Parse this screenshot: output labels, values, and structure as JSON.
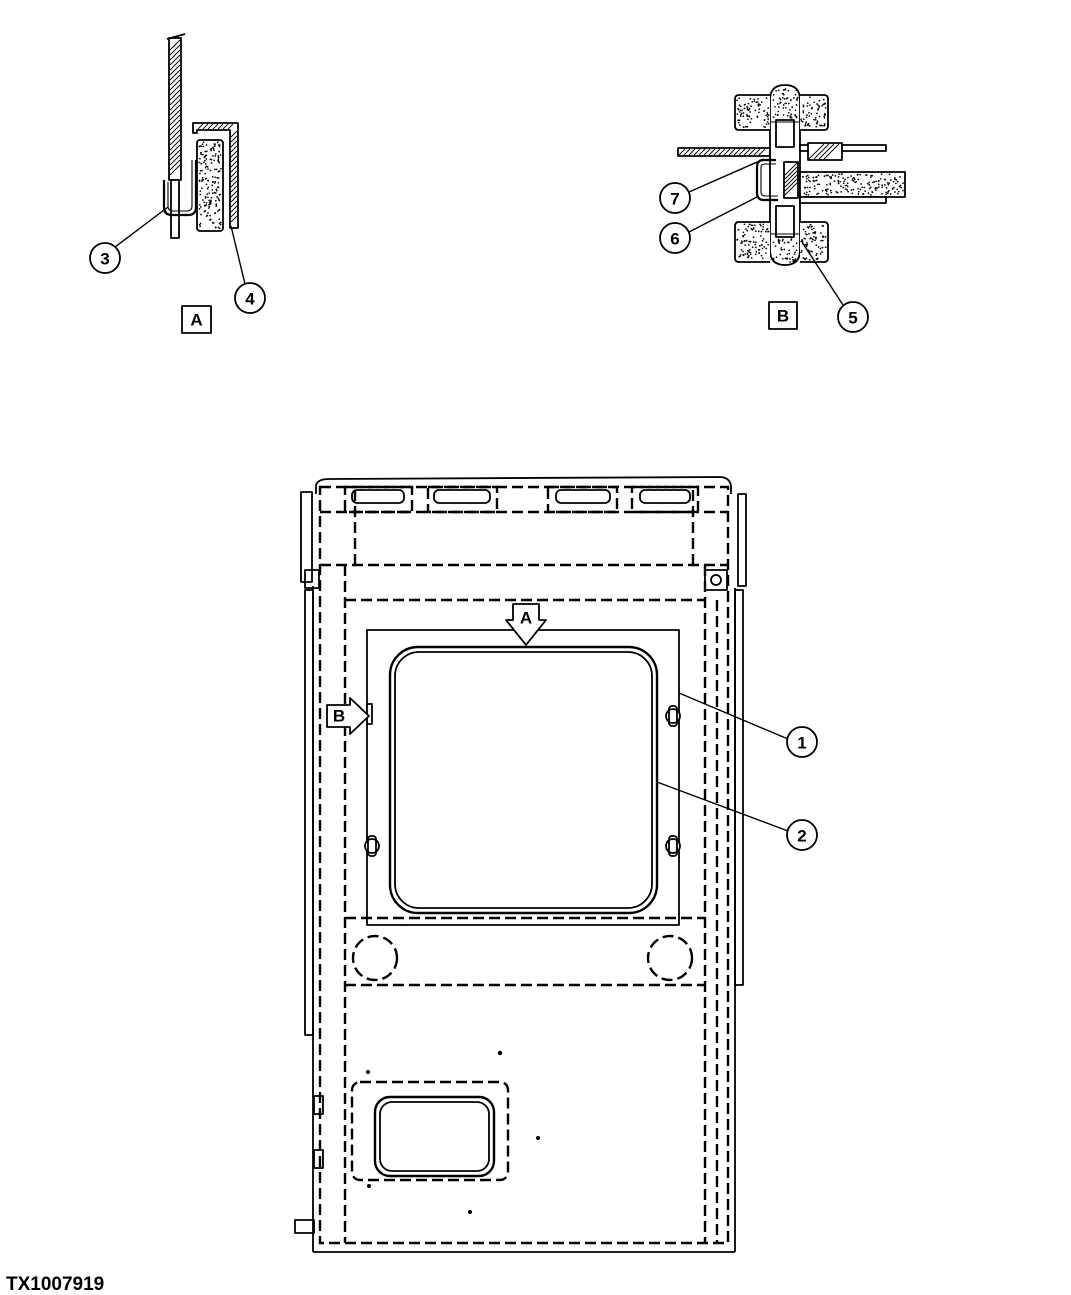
{
  "detail_a": {
    "label": "A",
    "callouts": [
      "3",
      "4"
    ]
  },
  "detail_b": {
    "label": "B",
    "callouts": [
      "7",
      "6",
      "5"
    ]
  },
  "main_view": {
    "callouts": [
      "1",
      "2"
    ],
    "view_arrows": [
      "A",
      "B"
    ]
  },
  "figure_id": "TX1007919"
}
